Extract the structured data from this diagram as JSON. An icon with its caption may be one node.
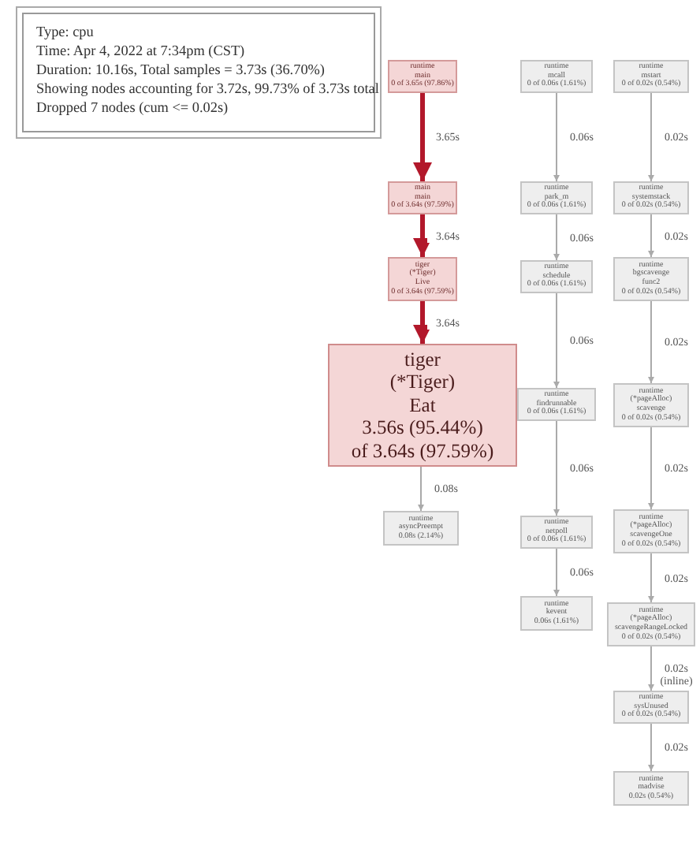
{
  "diagram": {
    "nodes": [
      {
        "text": [
          "Type: cpu",
          "Time: Apr 4, 2022 at 7:34pm (CST)",
          "Duration: 10.16s, Total samples = 3.73s (36.70%)",
          "Showing nodes accounting for 3.72s, 99.73% of 3.73s total",
          "Dropped 7 nodes (cum <= 0.02s)"
        ]
      },
      {
        "text": [
          "runtime",
          "main",
          "0 of 3.65s (97.86%)"
        ]
      },
      {
        "text": [
          "main",
          "main",
          "0 of 3.64s (97.59%)"
        ]
      },
      {
        "text": [
          "tiger",
          "(*Tiger)",
          "Live",
          "0 of 3.64s (97.59%)"
        ]
      },
      {
        "text": [
          "tiger",
          "(*Tiger)",
          "Eat",
          "3.56s (95.44%)",
          "of 3.64s (97.59%)"
        ]
      },
      {
        "text": [
          "runtime",
          "asyncPreempt",
          "0.08s (2.14%)"
        ]
      },
      {
        "text": [
          "runtime",
          "mcall",
          "0 of 0.06s (1.61%)"
        ]
      },
      {
        "text": [
          "runtime",
          "park_m",
          "0 of 0.06s (1.61%)"
        ]
      },
      {
        "text": [
          "runtime",
          "schedule",
          "0 of 0.06s (1.61%)"
        ]
      },
      {
        "text": [
          "runtime",
          "findrunnable",
          "0 of 0.06s (1.61%)"
        ]
      },
      {
        "text": [
          "runtime",
          "netpoll",
          "0 of 0.06s (1.61%)"
        ]
      },
      {
        "text": [
          "runtime",
          "kevent",
          "0.06s (1.61%)"
        ]
      },
      {
        "text": [
          "runtime",
          "mstart",
          "0 of 0.02s (0.54%)"
        ]
      },
      {
        "text": [
          "runtime",
          "systemstack",
          "0 of 0.02s (0.54%)"
        ]
      },
      {
        "text": [
          "runtime",
          "bgscavenge",
          "func2",
          "0 of 0.02s (0.54%)"
        ]
      },
      {
        "text": [
          "runtime",
          "(*pageAlloc)",
          "scavenge",
          "0 of 0.02s (0.54%)"
        ]
      },
      {
        "text": [
          "runtime",
          "(*pageAlloc)",
          "scavengeOne",
          "0 of 0.02s (0.54%)"
        ]
      },
      {
        "text": [
          "runtime",
          "(*pageAlloc)",
          "scavengeRangeLocked",
          "0 of 0.02s (0.54%)"
        ]
      },
      {
        "text": [
          "runtime",
          "sysUnused",
          "0 of 0.02s (0.54%)"
        ]
      },
      {
        "text": [
          "runtime",
          "madvise",
          "0.02s (0.54%)"
        ]
      }
    ],
    "edges": [
      {
        "from": 1,
        "to": 2,
        "arrow": "to",
        "label": "3.65s",
        "style": "thick",
        "color": "#b2182b"
      },
      {
        "from": 2,
        "to": 3,
        "arrow": "to",
        "label": "3.64s",
        "style": "thick",
        "color": "#b2182b"
      },
      {
        "from": 3,
        "to": 4,
        "arrow": "to",
        "label": "3.64s",
        "style": "thick",
        "color": "#b2182b"
      },
      {
        "from": 4,
        "to": 5,
        "arrow": "to",
        "label": "0.08s"
      },
      {
        "from": 6,
        "to": 7,
        "arrow": "to",
        "label": "0.06s"
      },
      {
        "from": 7,
        "to": 8,
        "arrow": "to",
        "label": "0.06s"
      },
      {
        "from": 8,
        "to": 9,
        "arrow": "to",
        "label": "0.06s"
      },
      {
        "from": 9,
        "to": 10,
        "arrow": "to",
        "label": "0.06s"
      },
      {
        "from": 10,
        "to": 11,
        "arrow": "to",
        "label": "0.06s"
      },
      {
        "from": 12,
        "to": 13,
        "arrow": "to",
        "label": "0.02s"
      },
      {
        "from": 13,
        "to": 14,
        "arrow": "to",
        "label": "0.02s"
      },
      {
        "from": 14,
        "to": 15,
        "arrow": "to",
        "label": "0.02s"
      },
      {
        "from": 15,
        "to": 16,
        "arrow": "to",
        "label": "0.02s"
      },
      {
        "from": 16,
        "to": 17,
        "arrow": "to",
        "label": "0.02s"
      },
      {
        "from": 17,
        "to": 18,
        "arrow": "to",
        "label": "0.02s (inline)"
      },
      {
        "from": 18,
        "to": 19,
        "arrow": "to",
        "label": "0.02s"
      }
    ]
  }
}
